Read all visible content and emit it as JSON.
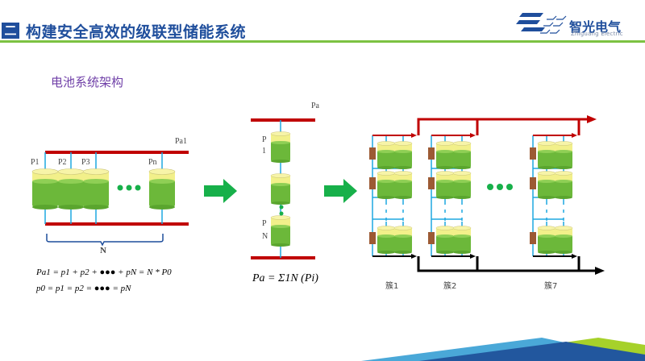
{
  "header": {
    "section_badge": "二",
    "title": "构建安全高效的级联型储能系统"
  },
  "logo": {
    "name_cn": "智光电气",
    "name_en": "Zhiguang Electric"
  },
  "subtitle": "电池系统架构",
  "diagram1": {
    "bus_label": "Pa1",
    "cell_labels": [
      "P1",
      "P2",
      "P3",
      "Pn"
    ],
    "brace_label": "N",
    "formula1": "Pa1 = p1 + p2 + ●●● + pN = N * P0",
    "formula2": "p0 = p1 = p2 = ●●● = pN"
  },
  "diagram2": {
    "bus_label": "Pa",
    "top_cell_label": [
      "P",
      "1"
    ],
    "bottom_cell_label": [
      "P",
      "N"
    ],
    "formula": "Pa = Σ1N (Pi)"
  },
  "diagram3": {
    "clusters": [
      {
        "label": "簇1"
      },
      {
        "label": "簇2"
      },
      {
        "label": "簇7"
      }
    ]
  },
  "colors": {
    "brand_blue": "#1f4e9c",
    "accent_green": "#7cc242",
    "bus_red": "#c00000",
    "wire_blue": "#1ea8e0",
    "cell_green": "#6cb83a",
    "cell_yellow": "#f2f08a",
    "arrow_green": "#17b04a",
    "resistor_brown": "#9c5a34"
  }
}
